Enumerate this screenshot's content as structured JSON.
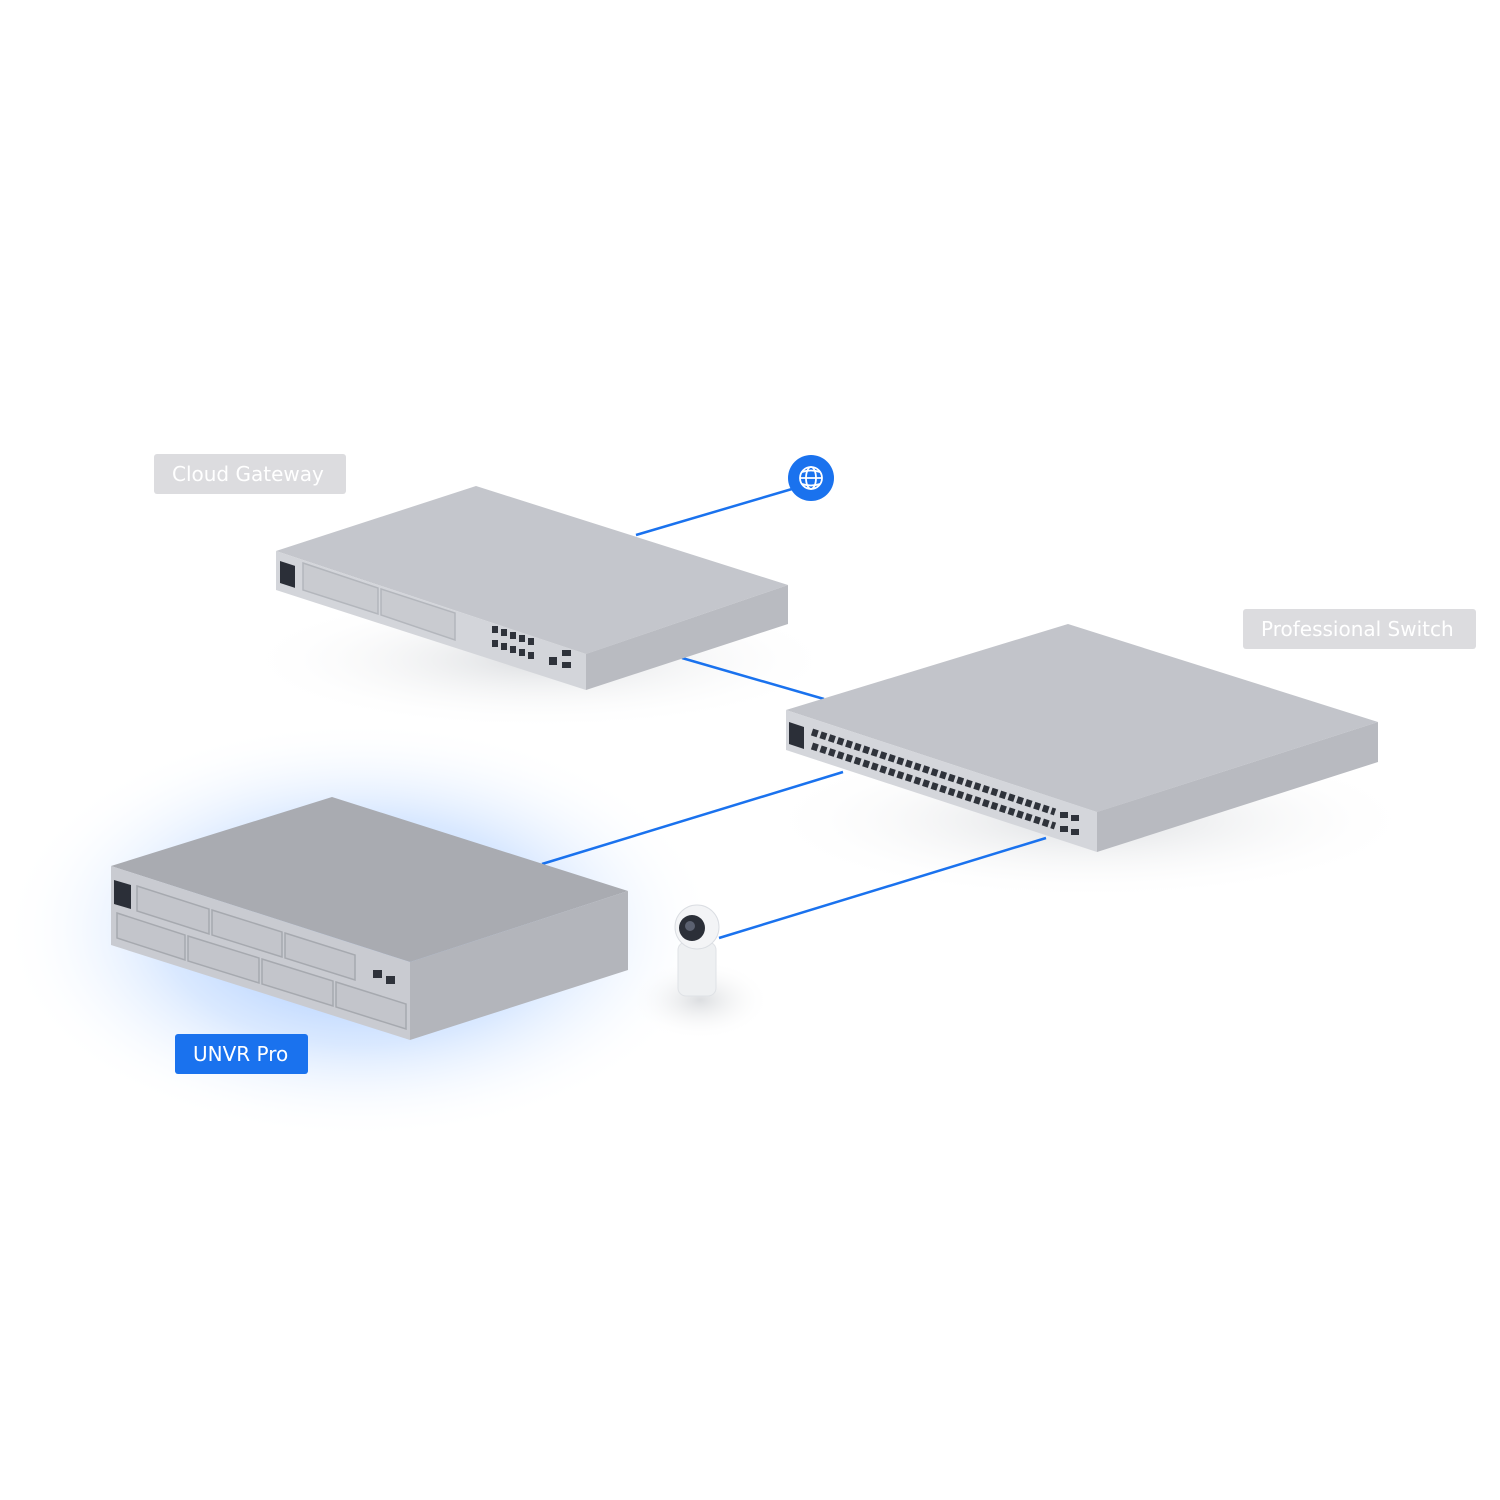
{
  "labels": {
    "cloud_gateway": "Cloud Gateway",
    "professional_switch": "Professional Switch",
    "unvr_pro": "UNVR Pro"
  },
  "colors": {
    "link": "#1a72ee",
    "active_glow": "#3b86ff",
    "device_top": "#c4c6cc",
    "device_front": "#d3d5da",
    "device_side": "#b7b9bf",
    "label_gray": "#dcdcdf"
  },
  "icons": {
    "internet": "globe-icon"
  }
}
